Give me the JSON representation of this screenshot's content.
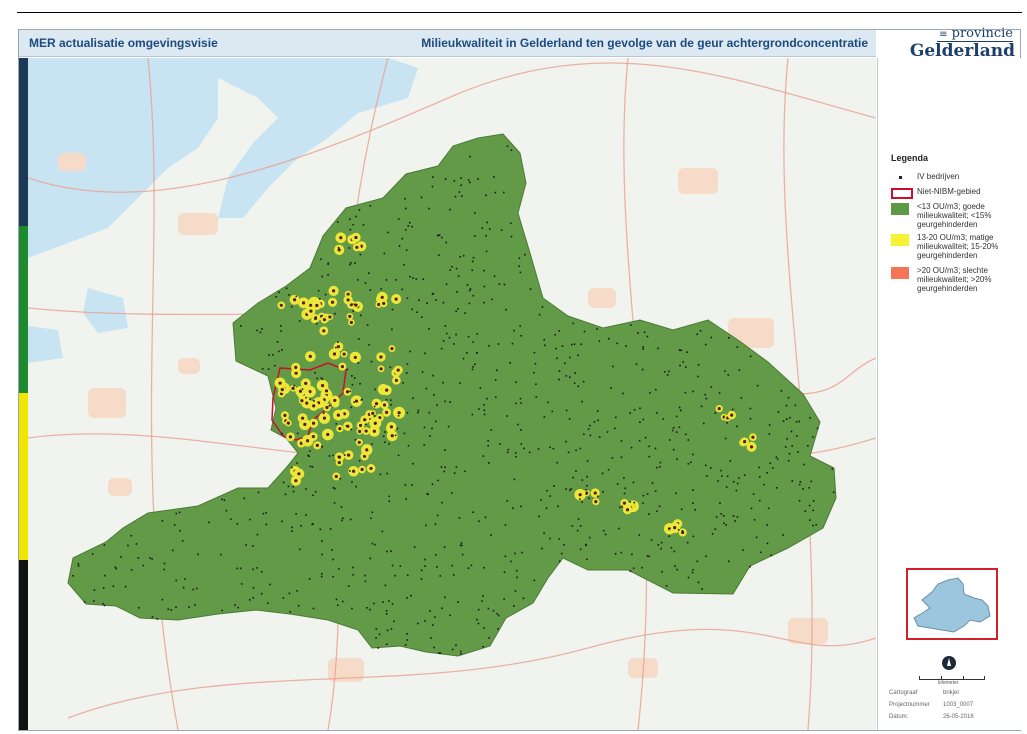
{
  "header": {
    "left_title": "MER actualisatie omgevingsvisie",
    "right_title": "Milieukwaliteit in Gelderland ten gevolge van de geur achtergrondconcentratie"
  },
  "brand": {
    "line1": "provincie",
    "line2": "Gelderland"
  },
  "sidebar_colors": [
    "#1b3a57",
    "#1e8a2e",
    "#f2e600",
    "#111111"
  ],
  "legend": {
    "title": "Legenda",
    "items": [
      {
        "label": "IV bedrijven",
        "kind": "dot",
        "color": "#222222"
      },
      {
        "label": "Niet-NIBM-gebied",
        "kind": "outline",
        "color": "#c8102e"
      },
      {
        "label": "<13 OU/m3; goede milieukwaliteit; <15% geurgehinderden",
        "kind": "fill",
        "color": "#5e9a45"
      },
      {
        "label": "13-20 OU/m3; matige milieukwaliteit; 15-20% geurgehinderden",
        "kind": "fill",
        "color": "#f4f232"
      },
      {
        "label": ">20 OU/m3; slechte milieukwaliteit; >20% geurgehinderden",
        "kind": "fill",
        "color": "#f47456"
      }
    ]
  },
  "colors": {
    "province_fill": "#629a48",
    "water": "#c8e4f2",
    "background_land": "#f1f4ee",
    "roads": "#e8a090",
    "highlight_outline": "#c8102e",
    "hotspot_yellow": "#ece83a",
    "hotspot_dark": "#5a1a1a"
  },
  "scale": {
    "label": "kilometer"
  },
  "meta": [
    {
      "key": "Cartograaf",
      "value": "bnkjer"
    },
    {
      "key": "Projectnummer",
      "value": "1003_0007"
    },
    {
      "key": "Datum",
      "value": "26-05-2016"
    }
  ]
}
